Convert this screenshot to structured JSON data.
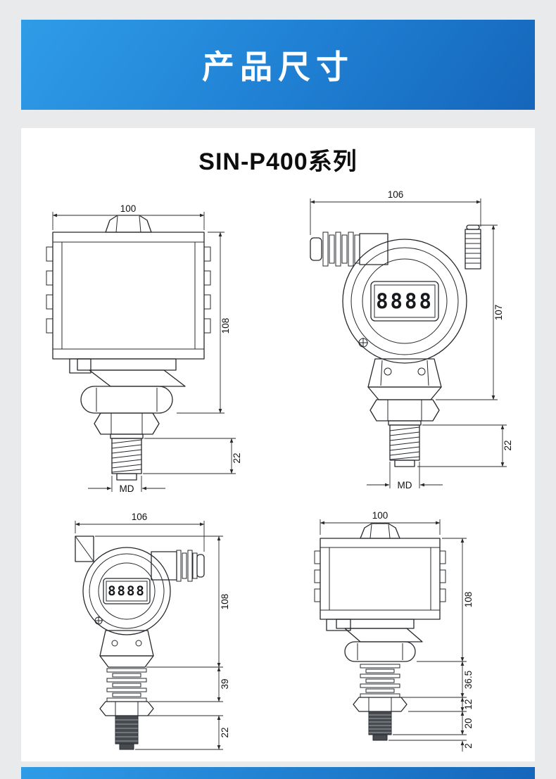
{
  "page": {
    "banner_title": "产品尺寸",
    "series_title": "SIN-P400系列"
  },
  "colors": {
    "page_background": "#e9eaec",
    "card_background": "#ffffff",
    "banner_gradient_start": "#2f9ce8",
    "banner_gradient_end": "#1566bb",
    "banner_text": "#ffffff",
    "drawing_line": "#24282c"
  },
  "drawings": {
    "top_left": {
      "width": "100",
      "height": "108",
      "thread_length": "22",
      "thread_label": "MD"
    },
    "top_right": {
      "display_value": "8888",
      "width": "106",
      "height": "107",
      "thread_length": "22",
      "thread_label": "MD"
    },
    "bottom_left": {
      "display_value": "8888",
      "width": "106",
      "height": "108",
      "fins_length": "39",
      "thread_length": "22"
    },
    "bottom_right": {
      "width": "100",
      "height": "108",
      "fins_length": "36.5",
      "nut_length": "12",
      "thread_length": "20",
      "tip_length": "2"
    }
  }
}
